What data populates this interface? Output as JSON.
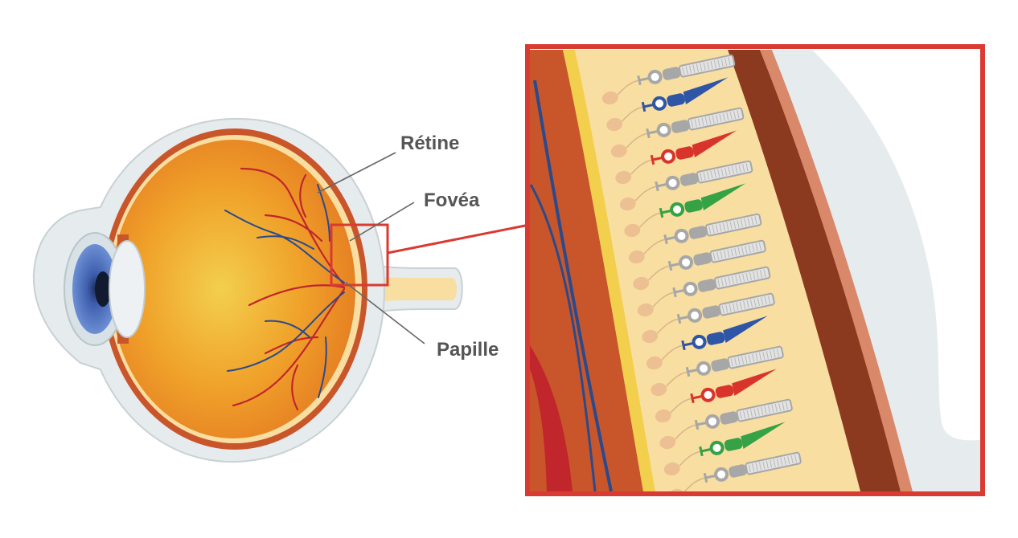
{
  "labels": {
    "retina": "Rétine",
    "fovea": "Fovéa",
    "papilla": "Papille"
  },
  "colors": {
    "highlight_frame": "#d93a32",
    "sclera": "#e6ebed",
    "choroid": "#c9562a",
    "vitreous": "#f0a22a",
    "macula": "#f3cf4e",
    "retina_tissue": "#f8dea0",
    "artery": "#c0262b",
    "vein": "#2b4a8c",
    "iris": "#3f5fae",
    "rod": "#a7a7a7",
    "cone_blue": "#2f55a6",
    "cone_red": "#d9342b",
    "cone_green": "#35a246",
    "epithelium": "#8b3a1f"
  },
  "photoreceptors": [
    "rod",
    "cone_blue",
    "rod",
    "cone_red",
    "rod",
    "cone_green",
    "rod",
    "rod",
    "rod",
    "rod",
    "cone_blue",
    "rod",
    "cone_red",
    "rod",
    "cone_green",
    "rod"
  ]
}
